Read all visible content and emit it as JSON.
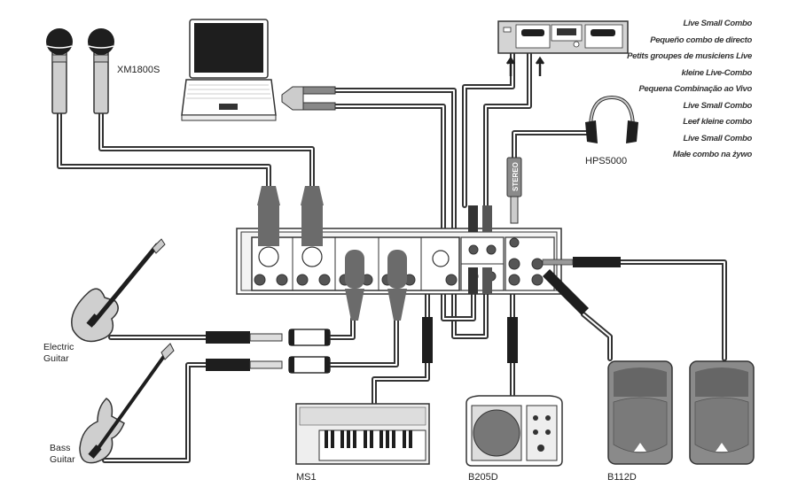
{
  "diagram": {
    "title": "Live Small Combo",
    "caption_translations": [
      "Live Small Combo",
      "Pequeño combo de directo",
      "Petits groupes de musiciens Live",
      "kleine Live-Combo",
      "Pequena Combinação ao Vivo",
      "Live Small Combo",
      "Leef kleine combo",
      "Live Small Combo",
      "Małe combo na żywo"
    ],
    "devices": {
      "microphones": "XM1800S",
      "headphones": "HPS5000",
      "electric_guitar": "Electric\nGuitar",
      "bass_guitar": "Bass\nGuitar",
      "keyboard": "MS1",
      "monitor": "B205D",
      "speakers": "B112D"
    },
    "headphone_plug_label": "STEREO",
    "colors": {
      "cable": "#333333",
      "cable_inner": "#ffffff",
      "device_fill": "#d4d4d4",
      "dark": "#1e1e1e",
      "connector_gray": "#6b6b6b"
    }
  }
}
